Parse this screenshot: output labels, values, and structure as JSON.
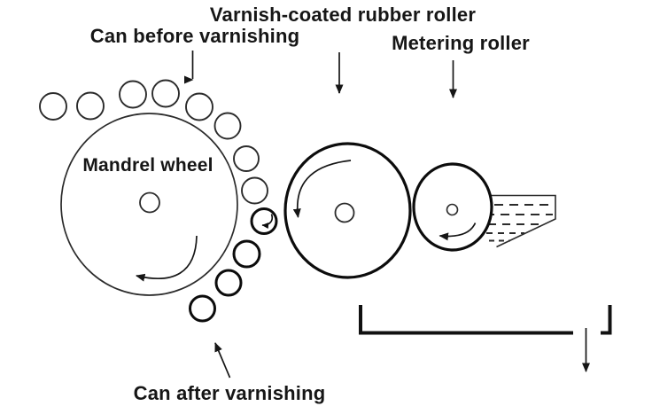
{
  "figure": {
    "type": "process-diagram",
    "background_color": "#ffffff",
    "ink_color": "#1a1a1a",
    "labels": {
      "varnish_roller": "Varnish-coated rubber roller",
      "can_before": "Can before varnishing",
      "metering_roller": "Metering roller",
      "mandrel_wheel": "Mandrel wheel",
      "can_after": "Can after varnishing"
    },
    "cans_before_count": 8,
    "cans_after_count": 4,
    "rotation_direction_note": "counterclockwise arrows inside mandrel wheel, rubber roller, metering roller and first varnished can"
  }
}
